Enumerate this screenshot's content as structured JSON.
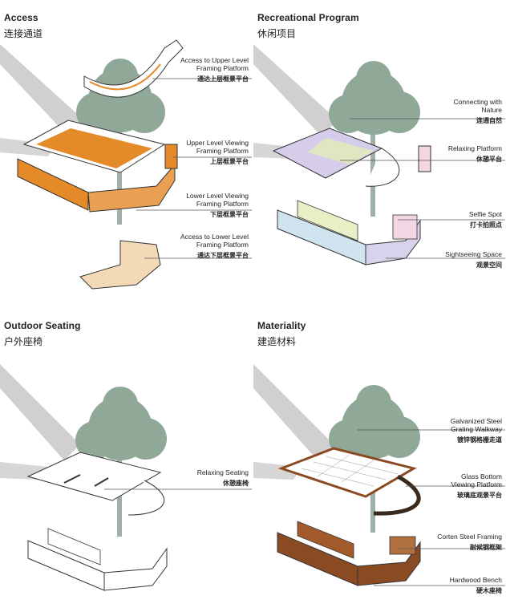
{
  "panels": {
    "access": {
      "title": "Access",
      "subtitle": "连接通道",
      "labels": [
        {
          "en": "Access to Upper Level Framing Platform",
          "cn": "通达上层框景平台"
        },
        {
          "en": "Upper Level Viewing Framing Platform",
          "cn": "上层框景平台"
        },
        {
          "en": "Lower Level Viewing Framing Platform",
          "cn": "下层框景平台"
        },
        {
          "en": "Access to Lower Level Framing Platform",
          "cn": "通达下层框景平台"
        }
      ]
    },
    "recreational": {
      "title": "Recreational Program",
      "subtitle": "休闲项目",
      "labels": [
        {
          "en": "Connecting with Nature",
          "cn": "连通自然"
        },
        {
          "en": "Relaxing Platform",
          "cn": "休憩平台"
        },
        {
          "en": "Selfie Spot",
          "cn": "打卡拍照点"
        },
        {
          "en": "Sightseeing Space",
          "cn": "观景空间"
        }
      ]
    },
    "seating": {
      "title": "Outdoor Seating",
      "subtitle": "户外座椅",
      "labels": [
        {
          "en": "Relaxing Seating",
          "cn": "休憩座椅"
        }
      ]
    },
    "materiality": {
      "title": "Materiality",
      "subtitle": "建造材料",
      "labels": [
        {
          "en": "Galvanized Steel Grating Walkway",
          "cn": "镀锌钢格栅走道"
        },
        {
          "en": "Glass Bottom Viewing Platform",
          "cn": "玻璃底观景平台"
        },
        {
          "en": "Corten Steel Framing",
          "cn": "耐候钢框架"
        },
        {
          "en": "Hardwood Bench",
          "cn": "硬木座椅"
        }
      ]
    }
  },
  "colors": {
    "tree": "#8fa898",
    "shadow": "#d0d0d0",
    "orange": "#e48a28",
    "corten": "#8a4a22",
    "line": "#333333"
  }
}
